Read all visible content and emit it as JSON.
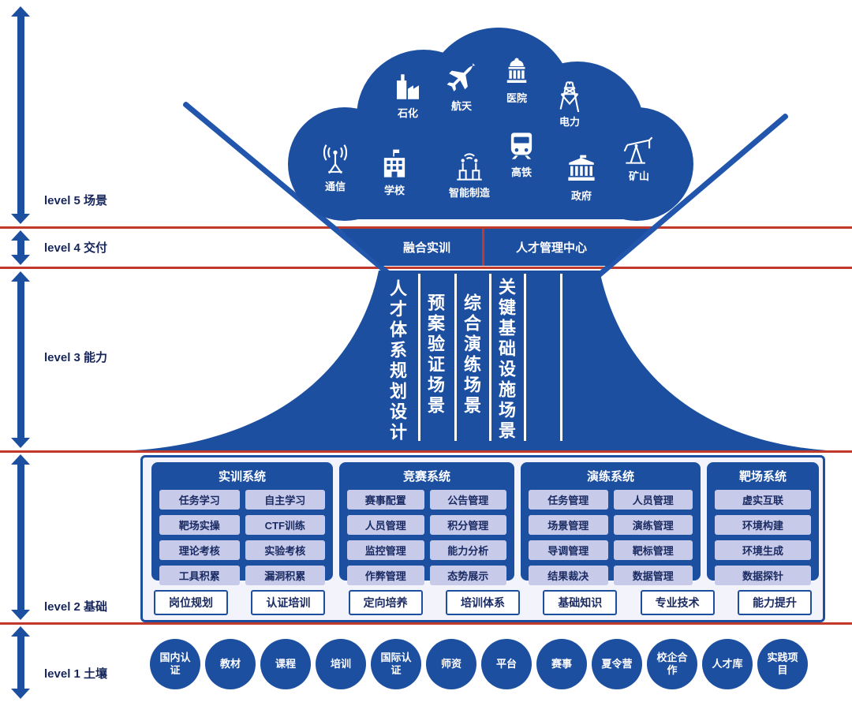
{
  "colors": {
    "primary_blue": "#1d4fa1",
    "funnel_blue": "#2256ac",
    "chip_lavender": "#c7cbe9",
    "navy_text": "#1a2b63",
    "divider_red": "#c0392b",
    "panel_bg": "#f3f4fb"
  },
  "levels": [
    {
      "label": "level 5 场景"
    },
    {
      "label": "level 4 交付"
    },
    {
      "label": "level 3 能力"
    },
    {
      "label": "level 2 基础"
    },
    {
      "label": "level 1 土壤"
    }
  ],
  "cloud": {
    "industries": [
      {
        "label": "石化",
        "icon": "factory-icon"
      },
      {
        "label": "航天",
        "icon": "plane-icon"
      },
      {
        "label": "医院",
        "icon": "hospital-icon"
      },
      {
        "label": "电力",
        "icon": "power-tower-icon"
      },
      {
        "label": "通信",
        "icon": "antenna-icon"
      },
      {
        "label": "学校",
        "icon": "school-icon"
      },
      {
        "label": "智能制造",
        "icon": "smart-factory-icon"
      },
      {
        "label": "高铁",
        "icon": "train-icon"
      },
      {
        "label": "政府",
        "icon": "government-icon"
      },
      {
        "label": "矿山",
        "icon": "pumpjack-icon"
      }
    ]
  },
  "delivery": {
    "left_label": "融合实训",
    "right_label": "人才管理中心"
  },
  "capability": {
    "columns": [
      {
        "label": "人才体系规划设计"
      },
      {
        "label": "预案验证场景"
      },
      {
        "label": "综合演练场景"
      },
      {
        "label": "关键基础设施场景"
      }
    ]
  },
  "foundation": {
    "systems": [
      {
        "title": "实训系统",
        "items": [
          "任务学习",
          "自主学习",
          "靶场实操",
          "CTF训练",
          "理论考核",
          "实验考核",
          "工具积累",
          "漏洞积累"
        ]
      },
      {
        "title": "竞赛系统",
        "items": [
          "赛事配置",
          "公告管理",
          "人员管理",
          "积分管理",
          "监控管理",
          "能力分析",
          "作弊管理",
          "态势展示"
        ]
      },
      {
        "title": "演练系统",
        "items": [
          "任务管理",
          "人员管理",
          "场景管理",
          "演练管理",
          "导调管理",
          "靶标管理",
          "结果裁决",
          "数据管理"
        ]
      },
      {
        "title": "靶场系统",
        "items": [
          "虚实互联",
          "环境构建",
          "环境生成",
          "数据探针"
        ]
      }
    ],
    "tracks": [
      "岗位规划",
      "认证培训",
      "定向培养",
      "培训体系",
      "基础知识",
      "专业技术",
      "能力提升"
    ]
  },
  "soil": {
    "circles": [
      "国内认证",
      "教材",
      "课程",
      "培训",
      "国际认证",
      "师资",
      "平台",
      "赛事",
      "夏令营",
      "校企合作",
      "人才库",
      "实践项目"
    ]
  }
}
